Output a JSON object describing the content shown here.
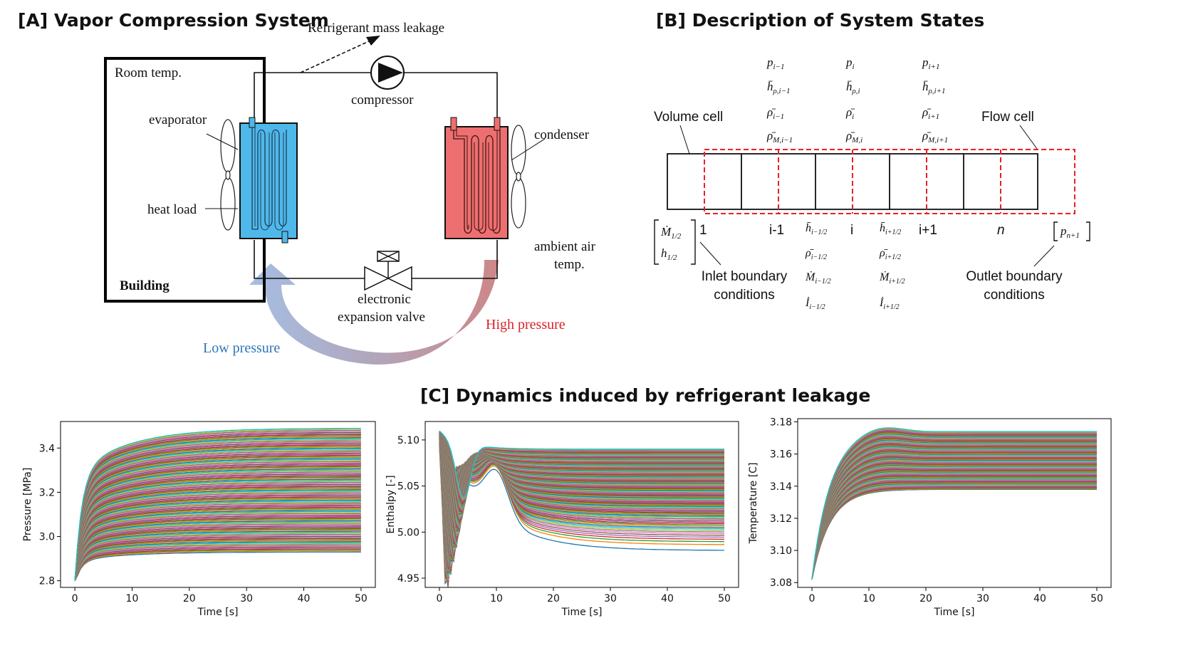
{
  "panel_a": {
    "title": "[A] Vapor Compression System",
    "leakage": "Refrigerant mass leakage",
    "room_temp": "Room temp.",
    "evaporator": "evaporator",
    "heat_load": "heat load",
    "building": "Building",
    "compressor": "compressor",
    "condenser": "condenser",
    "ambient_1": "ambient air",
    "ambient_2": "temp.",
    "valve_1": "electronic",
    "valve_2": "expansion valve",
    "low_pressure": "Low pressure",
    "high_pressure": "High pressure",
    "low_color": "#2e75b6",
    "high_color": "#d9222a",
    "evap_color": "#4fb8ea",
    "cond_color": "#ee6f6f"
  },
  "panel_b": {
    "title": "[B] Description of System States",
    "volume_cell": "Volume cell",
    "flow_cell": "Flow cell",
    "col_im1": [
      "p_{i-1}",
      "h̄_{ρ,i-1}",
      "ρ̄_{i-1}",
      "ρ̄_{M,i-1}"
    ],
    "col_i": [
      "p_{i}",
      "h̄_{ρ,i}",
      "ρ̄_{i}",
      "ρ̄_{M,i}"
    ],
    "col_ip1": [
      "p_{i+1}",
      "h̄_{ρ,i+1}",
      "ρ̄_{i+1}",
      "ρ̄_{M,i+1}"
    ],
    "idx_1": "1",
    "idx_im1": "i-1",
    "idx_i": "i",
    "idx_ip1": "i+1",
    "idx_n": "n",
    "inlet_vec": [
      "Ṁ_{1/2}",
      "h_{1/2}"
    ],
    "outlet_vec": "p_{n+1}",
    "flow_im": [
      "h̄_{i−1/2}",
      "ρ̄_{i−1/2}",
      "Ṁ_{i−1/2}",
      "İ_{i−1/2}"
    ],
    "flow_ip": [
      "h̄_{i+1/2}",
      "ρ̄_{i+1/2}",
      "Ṁ_{i+1/2}",
      "İ_{i+1/2}"
    ],
    "inlet_1": "Inlet boundary",
    "inlet_2": "conditions",
    "outlet_1": "Outlet boundary",
    "outlet_2": "conditions",
    "dashed_color": "#e8202a"
  },
  "panel_c": {
    "title": "[C] Dynamics induced by refrigerant leakage"
  },
  "chart_data": [
    {
      "type": "line",
      "xlabel": "Time [s]",
      "ylabel": "Pressure [MPa]",
      "xlim": [
        -2.5,
        52.5
      ],
      "ylim": [
        2.77,
        3.52
      ],
      "xticks": [
        "0",
        "10",
        "20",
        "30",
        "40",
        "50"
      ],
      "xtick_values": [
        0,
        10,
        20,
        30,
        40,
        50
      ],
      "yticks": [
        "2.8",
        "3.0",
        "3.2",
        "3.4"
      ],
      "ytick_values": [
        2.8,
        3.0,
        3.2,
        3.4
      ],
      "series_count": 120,
      "start_value": 2.8,
      "final_range": [
        2.93,
        3.49
      ]
    },
    {
      "type": "line",
      "xlabel": "Time [s]",
      "ylabel": "Enthalpy [-]",
      "xlim": [
        -2.5,
        52.5
      ],
      "ylim": [
        4.94,
        5.12
      ],
      "xticks": [
        "0",
        "10",
        "20",
        "30",
        "40",
        "50"
      ],
      "xtick_values": [
        0,
        10,
        20,
        30,
        40,
        50
      ],
      "yticks": [
        "4.95",
        "5.00",
        "5.05",
        "5.10"
      ],
      "ytick_values": [
        4.95,
        5.0,
        5.05,
        5.1
      ],
      "series_count": 120,
      "start_value": 5.11,
      "final_range": [
        4.98,
        5.09
      ]
    },
    {
      "type": "line",
      "xlabel": "Time [s]",
      "ylabel": "Temperature [C]",
      "xlim": [
        -2.5,
        52.5
      ],
      "ylim": [
        3.077,
        3.182
      ],
      "xticks": [
        "0",
        "10",
        "20",
        "30",
        "40",
        "50"
      ],
      "xtick_values": [
        0,
        10,
        20,
        30,
        40,
        50
      ],
      "yticks": [
        "3.08",
        "3.10",
        "3.12",
        "3.14",
        "3.16",
        "3.18"
      ],
      "ytick_values": [
        3.08,
        3.1,
        3.12,
        3.14,
        3.16,
        3.18
      ],
      "series_count": 100,
      "start_value": 3.082,
      "final_range": [
        3.138,
        3.174
      ]
    }
  ]
}
